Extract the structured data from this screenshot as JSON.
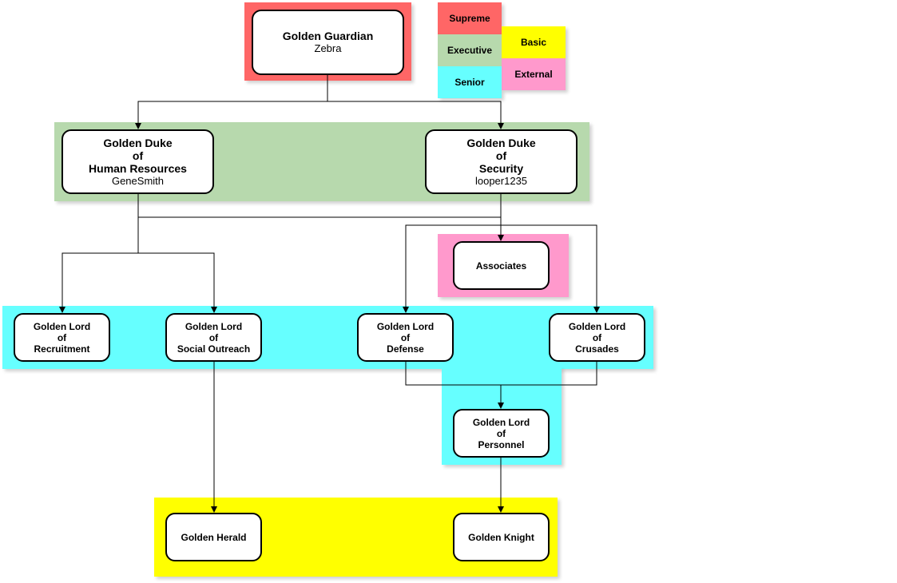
{
  "colors": {
    "supreme": "#ff6666",
    "executive": "#b7d9ad",
    "senior": "#66ffff",
    "basic": "#ffff00",
    "external": "#ff99cc"
  },
  "legend": {
    "supreme": "Supreme",
    "executive": "Executive",
    "senior": "Senior",
    "basic": "Basic",
    "external": "External"
  },
  "nodes": {
    "guardian": {
      "lines": [
        "Golden Guardian"
      ],
      "holder": "Zebra"
    },
    "duke_hr": {
      "lines": [
        "Golden Duke",
        "of",
        "Human Resources"
      ],
      "holder": "GeneSmith"
    },
    "duke_security": {
      "lines": [
        "Golden Duke",
        "of",
        "Security"
      ],
      "holder": "looper1235"
    },
    "associates": {
      "lines": [
        "Associates"
      ]
    },
    "lord_recruitment": {
      "lines": [
        "Golden Lord",
        "of",
        "Recruitment"
      ]
    },
    "lord_social": {
      "lines": [
        "Golden Lord",
        "of",
        "Social Outreach"
      ]
    },
    "lord_defense": {
      "lines": [
        "Golden Lord",
        "of",
        "Defense"
      ]
    },
    "lord_crusades": {
      "lines": [
        "Golden Lord",
        "of",
        "Crusades"
      ]
    },
    "lord_personnel": {
      "lines": [
        "Golden Lord",
        "of",
        "Personnel"
      ]
    },
    "herald": {
      "lines": [
        "Golden Herald"
      ]
    },
    "knight": {
      "lines": [
        "Golden Knight"
      ]
    }
  }
}
